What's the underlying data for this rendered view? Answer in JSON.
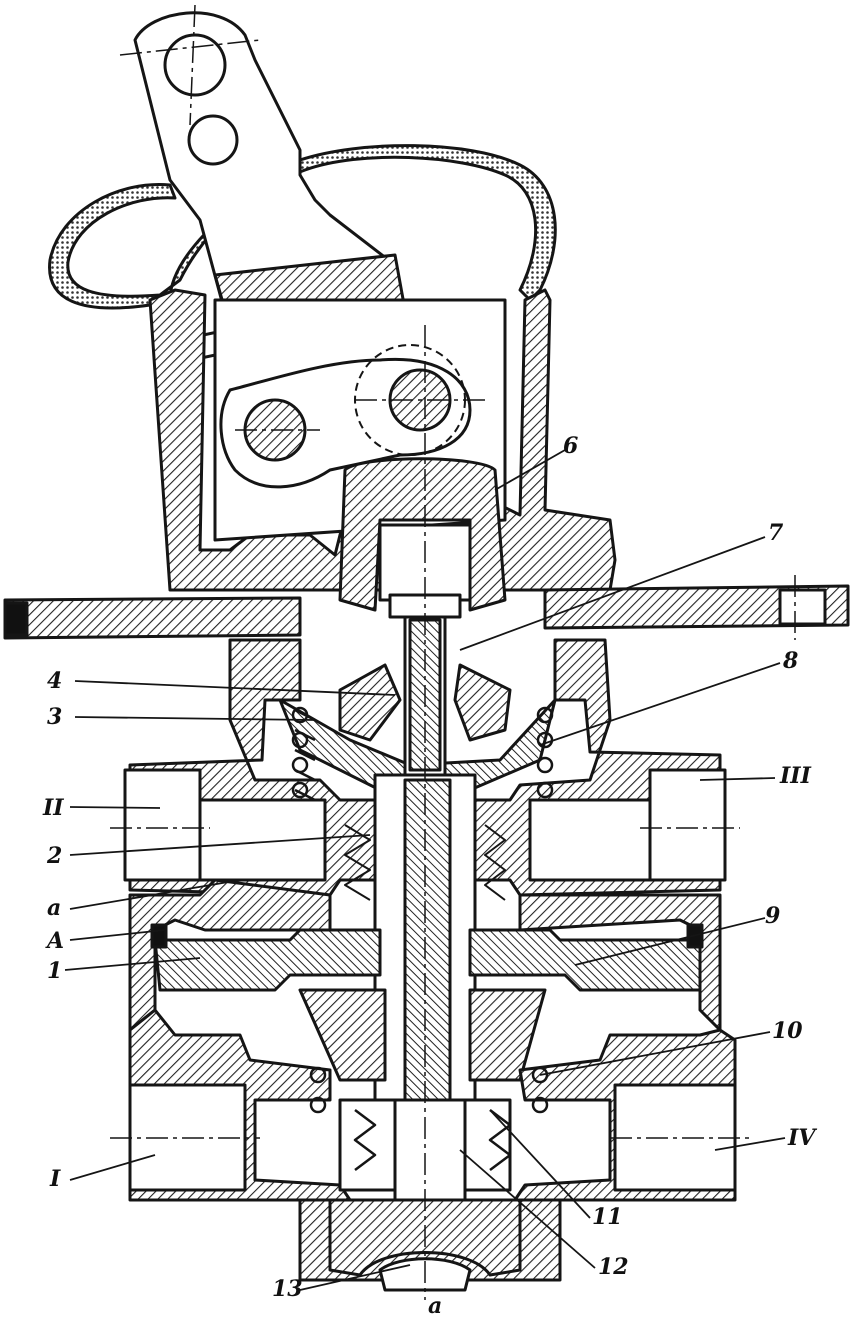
{
  "figure": {
    "ink_color": "#151515",
    "hatch_color": "#222222",
    "background": "#ffffff"
  },
  "callouts": {
    "c6": "6",
    "c7": "7",
    "c4": "4",
    "c3": "3",
    "c8": "8",
    "cII": "II",
    "cIII": "III",
    "c2": "2",
    "ca_left": "a",
    "cA": "A",
    "c9": "9",
    "c1": "1",
    "c10": "10",
    "cI": "I",
    "cIV": "IV",
    "c11": "11",
    "c12": "12",
    "c13": "13",
    "ca_bottom": "a"
  }
}
